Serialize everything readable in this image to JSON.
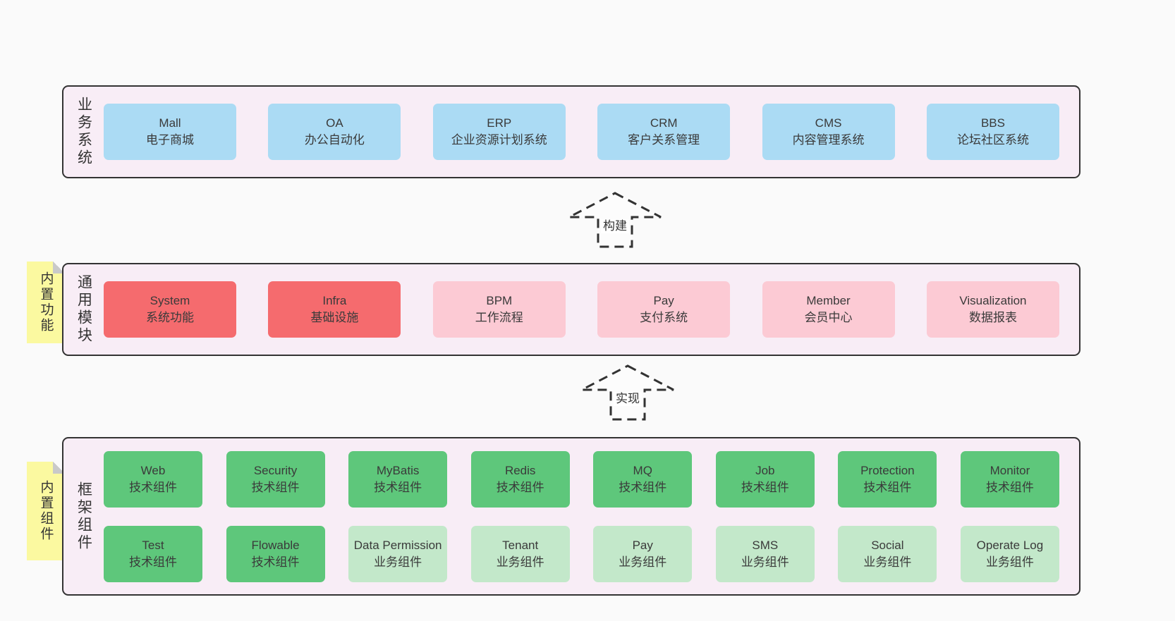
{
  "diagram": {
    "layers": [
      {
        "label": "业务系统",
        "boxes": [
          {
            "title": "Mall",
            "subtitle": "电子商城"
          },
          {
            "title": "OA",
            "subtitle": "办公自动化"
          },
          {
            "title": "ERP",
            "subtitle": "企业资源计划系统"
          },
          {
            "title": "CRM",
            "subtitle": "客户关系管理"
          },
          {
            "title": "CMS",
            "subtitle": "内容管理系统"
          },
          {
            "title": "BBS",
            "subtitle": "论坛社区系统"
          }
        ]
      },
      {
        "label": "通用模块",
        "sticky": "内置功能",
        "boxes": [
          {
            "title": "System",
            "subtitle": "系统功能"
          },
          {
            "title": "Infra",
            "subtitle": "基础设施"
          },
          {
            "title": "BPM",
            "subtitle": "工作流程"
          },
          {
            "title": "Pay",
            "subtitle": "支付系统"
          },
          {
            "title": "Member",
            "subtitle": "会员中心"
          },
          {
            "title": "Visualization",
            "subtitle": "数据报表"
          }
        ]
      },
      {
        "label": "框架组件",
        "sticky": "内置组件",
        "rows": [
          [
            {
              "title": "Web",
              "subtitle": "技术组件"
            },
            {
              "title": "Security",
              "subtitle": "技术组件"
            },
            {
              "title": "MyBatis",
              "subtitle": "技术组件"
            },
            {
              "title": "Redis",
              "subtitle": "技术组件"
            },
            {
              "title": "MQ",
              "subtitle": "技术组件"
            },
            {
              "title": "Job",
              "subtitle": "技术组件"
            },
            {
              "title": "Protection",
              "subtitle": "技术组件"
            },
            {
              "title": "Monitor",
              "subtitle": "技术组件"
            }
          ],
          [
            {
              "title": "Test",
              "subtitle": "技术组件"
            },
            {
              "title": "Flowable",
              "subtitle": "技术组件"
            },
            {
              "title": "Data Permission",
              "subtitle": "业务组件"
            },
            {
              "title": "Tenant",
              "subtitle": "业务组件"
            },
            {
              "title": "Pay",
              "subtitle": "业务组件"
            },
            {
              "title": "SMS",
              "subtitle": "业务组件"
            },
            {
              "title": "Social",
              "subtitle": "业务组件"
            },
            {
              "title": "Operate Log",
              "subtitle": "业务组件"
            }
          ]
        ]
      }
    ],
    "arrows": [
      {
        "label": "构建"
      },
      {
        "label": "实现"
      }
    ],
    "colors": {
      "business_box": "#abdbf4",
      "module_highlight_box": "#f56b6e",
      "module_box": "#fccad4",
      "tech_component_box": "#5ec77b",
      "biz_component_box": "#c3e8ca",
      "panel_background": "#f8edf6",
      "sticky_background": "#fbf9a0",
      "border": "#333333"
    }
  }
}
